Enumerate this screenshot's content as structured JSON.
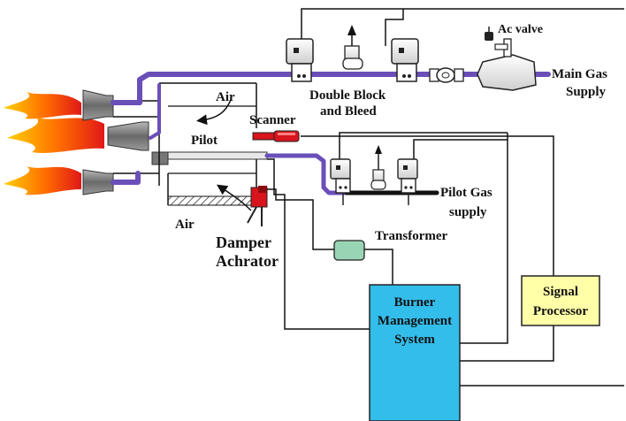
{
  "labels": {
    "ac_valve": "Ac valve",
    "main_gas_1": "Main Gas",
    "main_gas_2": "Supply",
    "dbb_1": "Double Block",
    "dbb_2": "and Bleed",
    "air_top": "Air",
    "scanner": "Scanner",
    "pilot": "Pilot",
    "pilot_gas_1": "Pilot Gas",
    "pilot_gas_2": "supply",
    "air_bottom": "Air",
    "damper_1": "Damper",
    "damper_2": "Achrator",
    "transformer": "Transformer",
    "bms_1": "Burner",
    "bms_2": "Management",
    "bms_3": "System",
    "signal_1": "Signal",
    "signal_2": "Processor"
  },
  "colors": {
    "gas_line": "#6a4fb8",
    "bms_fill": "#33bdea",
    "signal_fill": "#ffffa8",
    "transformer_fill": "#99d5b4",
    "damper_red": "#d8141c",
    "flame_outer": "#ff9a00",
    "flame_inner": "#e01818"
  }
}
